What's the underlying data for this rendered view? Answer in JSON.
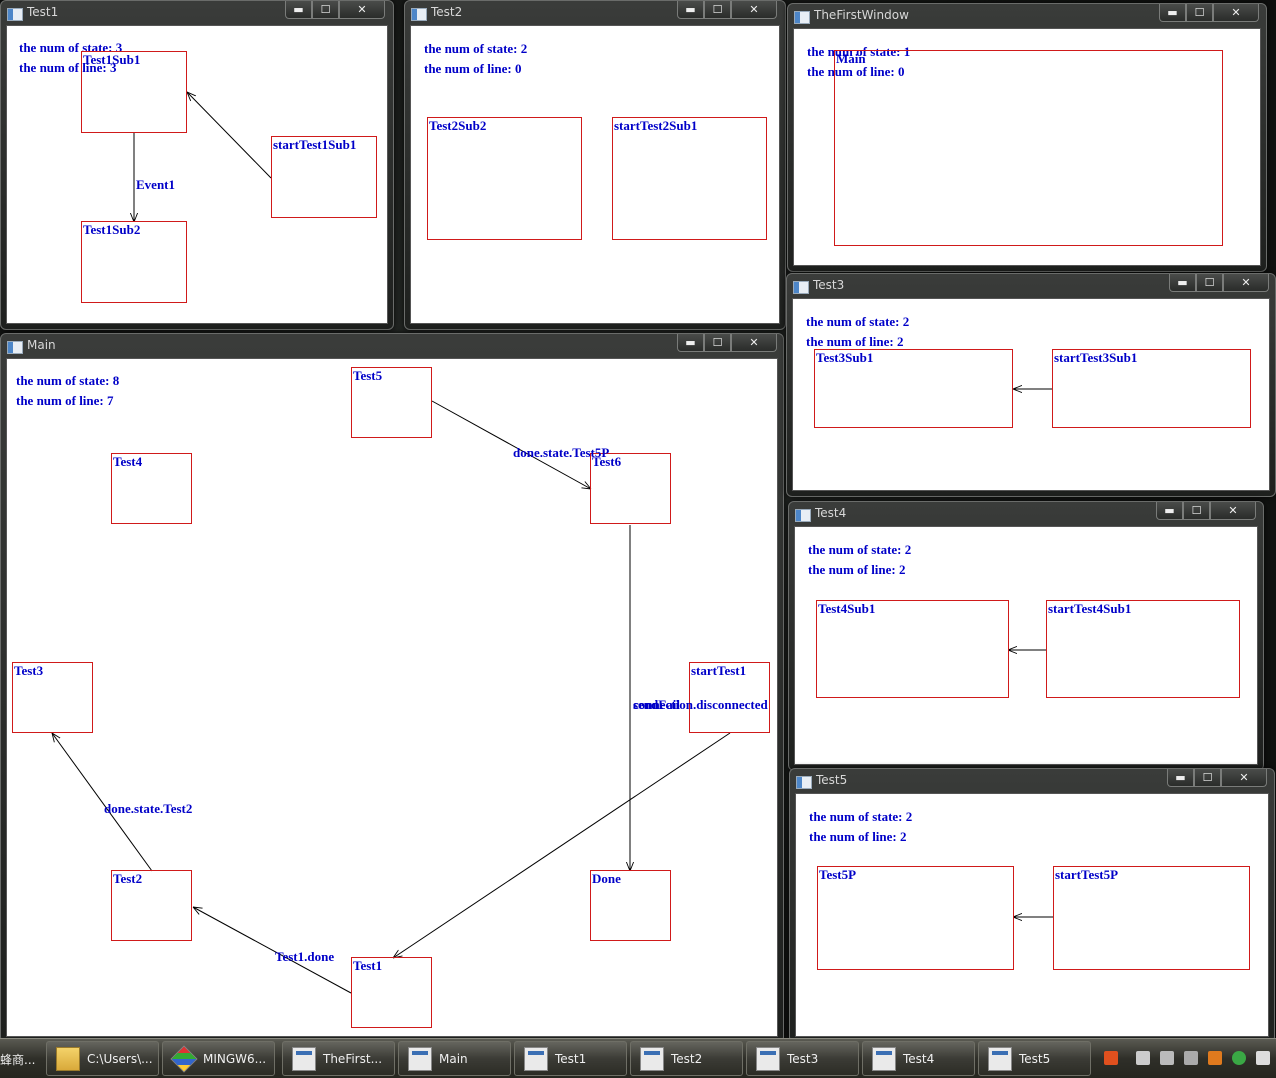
{
  "windows": {
    "test1": {
      "title": "Test1",
      "num_state": "the num of state:  3",
      "num_line": "the num of line:  3",
      "nodes": {
        "sub1": "Test1Sub1",
        "sub2": "Test1Sub2",
        "start": "startTest1Sub1"
      },
      "edges": {
        "e1": "Event1"
      }
    },
    "test2": {
      "title": "Test2",
      "num_state": "the num of state:  2",
      "num_line": "the num of line:  0",
      "nodes": {
        "sub2": "Test2Sub2",
        "start": "startTest2Sub1"
      }
    },
    "first": {
      "title": "TheFirstWindow",
      "num_state": "the num of state:  1",
      "num_line": "the num of line:  0",
      "nodes": {
        "main": "Main"
      }
    },
    "main": {
      "title": "Main",
      "num_state": "the num of state:  8",
      "num_line": "the num of line:  7",
      "nodes": {
        "test5": "Test5",
        "test4": "Test4",
        "test6": "Test6",
        "test3": "Test3",
        "start": "startTest1",
        "test2": "Test2",
        "done": "Done",
        "test1": "Test1"
      },
      "edges": {
        "e_t5_t6": "done.state.Test5P",
        "e_t6_done": "sendFail",
        "e_start_t1": "connection.disconnected",
        "e_t2_t3": "done.state.Test2",
        "e_t1_t2": "Test1.done"
      }
    },
    "test3": {
      "title": "Test3",
      "num_state": "the num of state:  2",
      "num_line": "the num of line:  2",
      "nodes": {
        "sub1": "Test3Sub1",
        "start": "startTest3Sub1"
      }
    },
    "test4": {
      "title": "Test4",
      "num_state": "the num of state:  2",
      "num_line": "the num of line:  2",
      "nodes": {
        "sub1": "Test4Sub1",
        "start": "startTest4Sub1"
      }
    },
    "test5": {
      "title": "Test5",
      "num_state": "the num of state:  2",
      "num_line": "the num of line:  2",
      "nodes": {
        "sub1": "Test5P",
        "start": "startTest5P"
      }
    }
  },
  "window_controls": {
    "minimize": "▬",
    "maximize": "☐",
    "close": "✕"
  },
  "taskbar": {
    "first_item": "蜂商...",
    "items": [
      "C:\\Users\\...",
      "MINGW6...",
      "TheFirst...",
      "Main",
      "Test1",
      "Test2",
      "Test3",
      "Test4",
      "Test5"
    ]
  },
  "colors": {
    "node_border": "#d01a1a",
    "text": "#0000c8"
  }
}
